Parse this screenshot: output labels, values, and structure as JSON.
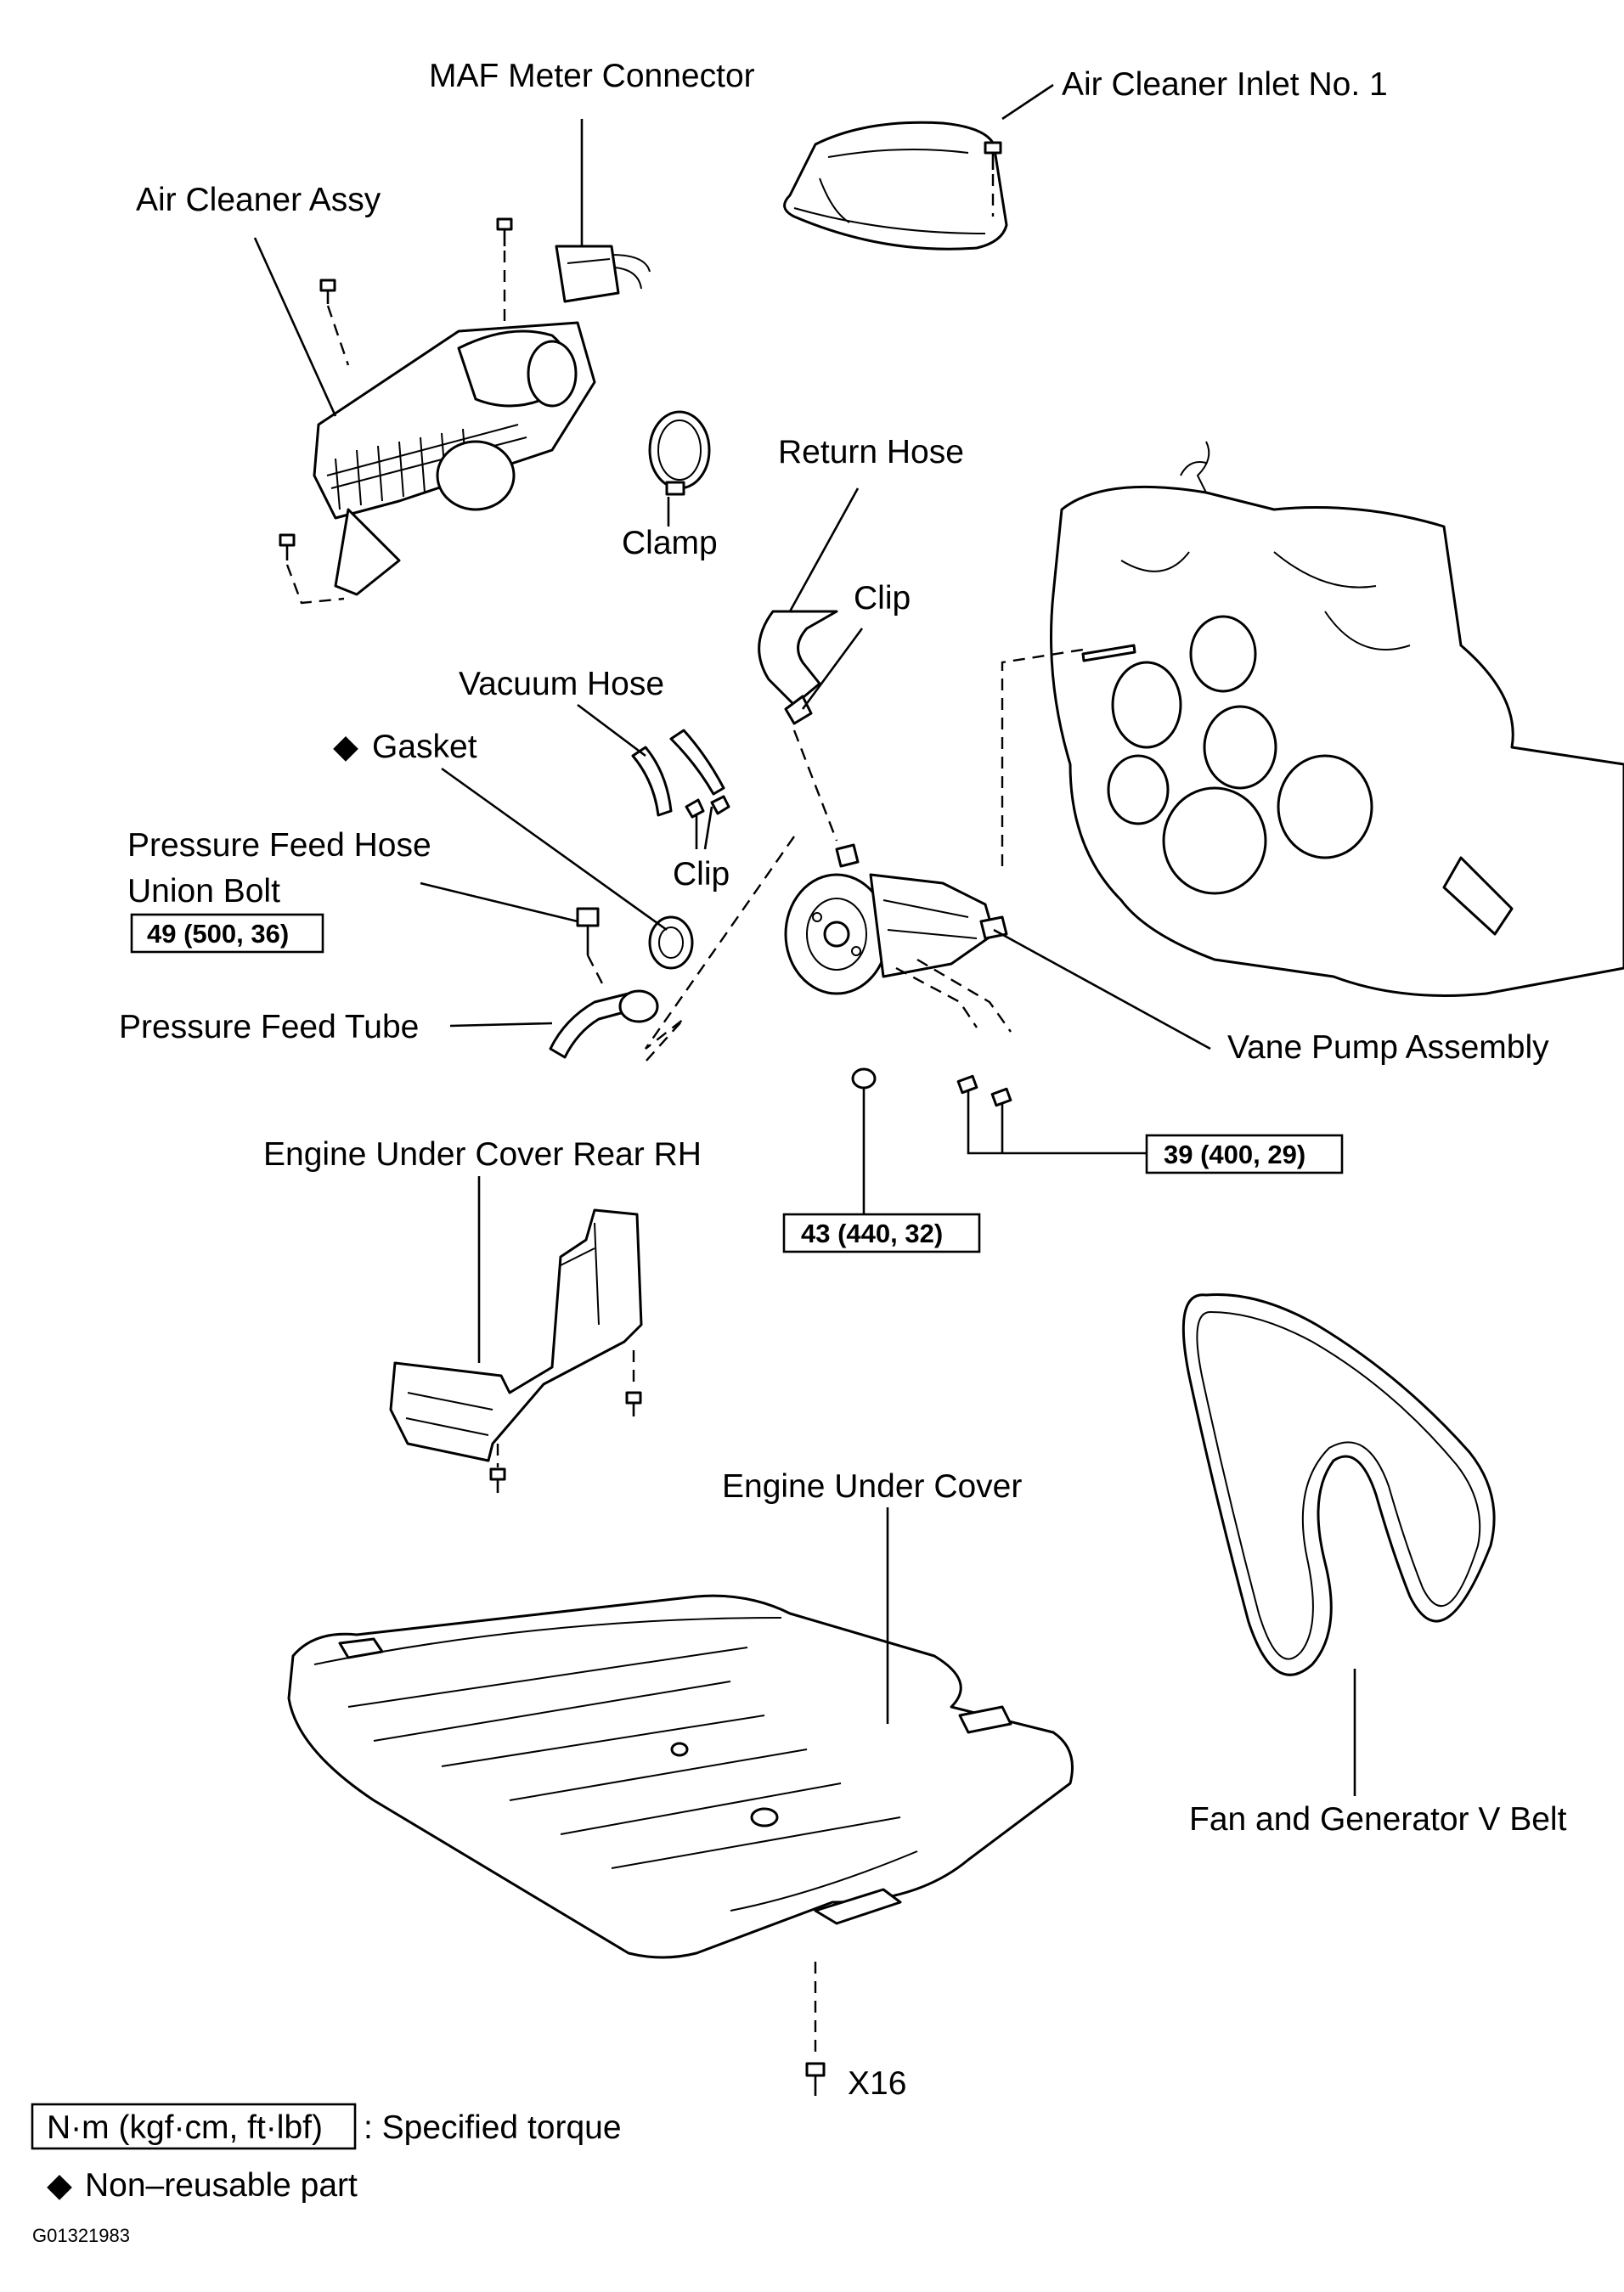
{
  "labels": {
    "maf_connector": "MAF Meter Connector",
    "air_cleaner_inlet": "Air Cleaner Inlet No. 1",
    "air_cleaner_assy": "Air Cleaner Assy",
    "clamp": "Clamp",
    "return_hose": "Return Hose",
    "clip_upper": "Clip",
    "vacuum_hose": "Vacuum Hose",
    "gasket": "Gasket",
    "clip_lower": "Clip",
    "pressure_feed_hose_line1": "Pressure Feed Hose",
    "pressure_feed_hose_line2": "Union Bolt",
    "pressure_feed_tube": "Pressure Feed Tube",
    "vane_pump": "Vane Pump Assembly",
    "under_cover_rear_rh": "Engine Under Cover Rear RH",
    "engine_under_cover": "Engine Under Cover",
    "v_belt": "Fan and Generator V Belt",
    "bolt_count": "X16"
  },
  "torque": {
    "union_bolt": "49 (500, 36)",
    "pump_bolts": "39 (400, 29)",
    "pump_nut": "43 (440, 32)"
  },
  "legend": {
    "torque_units": "N·m (kgf·cm, ft·lbf)",
    "torque_desc": ": Specified torque",
    "non_reusable_symbol": "◆",
    "non_reusable": "Non–reusable part",
    "gasket_symbol": "◆"
  },
  "figure_code": "G01321983"
}
